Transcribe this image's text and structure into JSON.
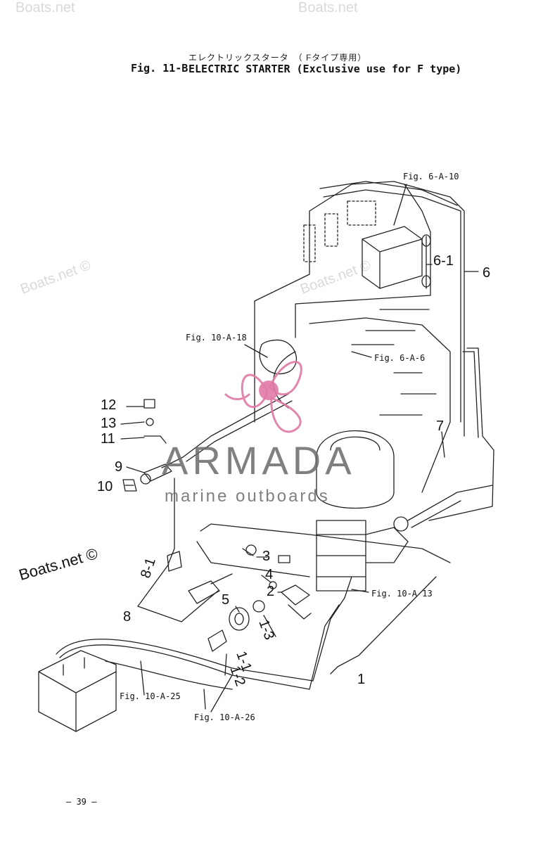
{
  "watermarks": {
    "corner": "Boats.net",
    "faint": "Boats.net ©",
    "dark": "Boats.net ©"
  },
  "header": {
    "jp_title": "エレクトリックスタータ　（ Fタイプ専用）",
    "fig_number": "Fig. 11-B",
    "title": "ELECTRIC STARTER (Exclusive use for F type)"
  },
  "references": {
    "fig_6a10": "Fig. 6-A-10",
    "fig_10a18": "Fig. 10-A-18",
    "fig_6a6": "Fig. 6-A-6",
    "fig_10a13": "Fig. 10-A 13",
    "fig_10a25": "Fig. 10-A-25",
    "fig_10a26": "Fig. 10-A-26"
  },
  "callouts": {
    "c1": "1",
    "c1_1": "1-1",
    "c1_2": "1-2",
    "c1_3": "1-3",
    "c2": "2",
    "c3": "3",
    "c4": "4",
    "c5": "5",
    "c6": "6",
    "c6_1": "6-1",
    "c7": "7",
    "c8": "8",
    "c8_1": "8-1",
    "c9": "9",
    "c10": "10",
    "c11": "11",
    "c12": "12",
    "c13": "13"
  },
  "logo": {
    "name": "ARMADA",
    "tagline": "marine outboards",
    "accent": "#e07aa6"
  },
  "footer": {
    "page_number": "— 39 —"
  }
}
